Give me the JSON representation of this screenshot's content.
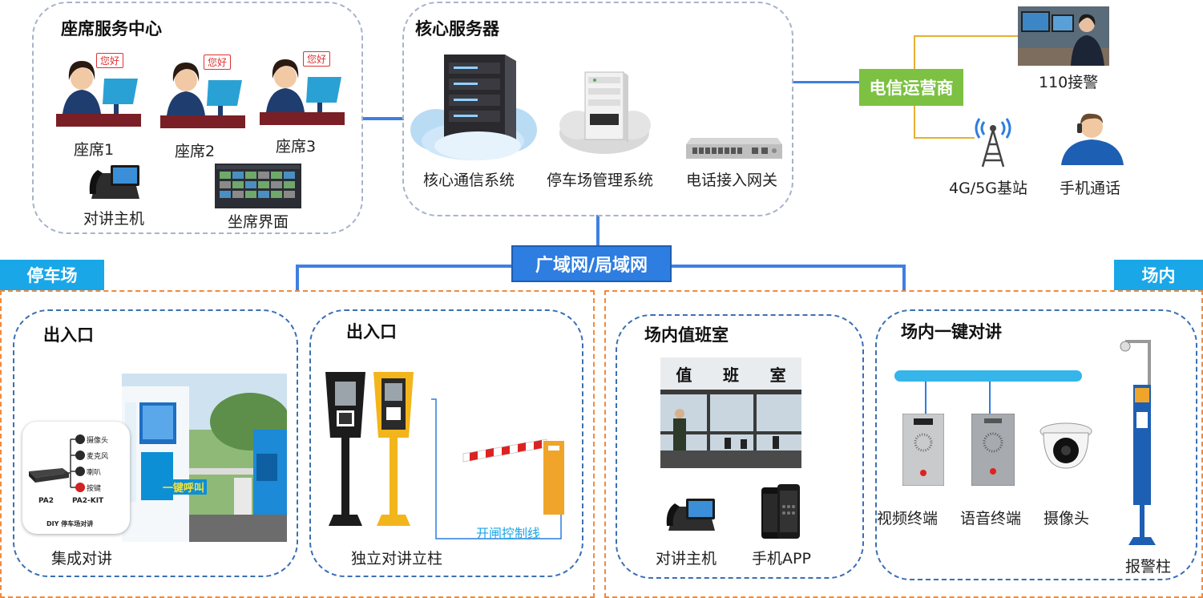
{
  "seat_center": {
    "title": "座席服务中心",
    "seats": [
      {
        "label": "座席1",
        "bubble": "您好"
      },
      {
        "label": "座席2",
        "bubble": "您好"
      },
      {
        "label": "座席3",
        "bubble": "您好"
      }
    ],
    "intercom_host": "对讲主机",
    "seat_ui": "坐席界面"
  },
  "core_server": {
    "title": "核心服务器",
    "items": [
      "核心通信系统",
      "停车场管理系统",
      "电话接入网关"
    ]
  },
  "telecom": {
    "label": "电信运营商",
    "police": "110接警",
    "base_station": "4G/5G基站",
    "mobile_call": "手机通话"
  },
  "network": {
    "label": "广域网/局域网"
  },
  "zones": {
    "parking": "停车场",
    "inside": "场内"
  },
  "entrance_integrated": {
    "title": "出入口",
    "caption": "集成对讲",
    "inset": {
      "legend": [
        "摄像头",
        "麦克风",
        "喇叭",
        "按键"
      ],
      "devices": [
        "PA2",
        "PA2-KIT"
      ],
      "caption": "DIY 停车场对讲"
    },
    "sign_text": "一键呼叫"
  },
  "entrance_standalone": {
    "title": "出入口",
    "caption": "独立对讲立柱",
    "control_line": "开闸控制线"
  },
  "duty_room": {
    "title": "场内值班室",
    "sign": [
      "值",
      "班",
      "室"
    ],
    "intercom_host": "对讲主机",
    "mobile_app": "手机APP"
  },
  "one_key": {
    "title": "场内一键对讲",
    "video_terminal": "视频终端",
    "voice_terminal": "语音终端",
    "camera": "摄像头",
    "alarm_column": "报警柱"
  },
  "colors": {
    "net_blue": "#2e7de0",
    "tag_blue": "#1aa7e8",
    "telecom_green": "#7cc142",
    "zone_orange": "#f08a3c"
  }
}
